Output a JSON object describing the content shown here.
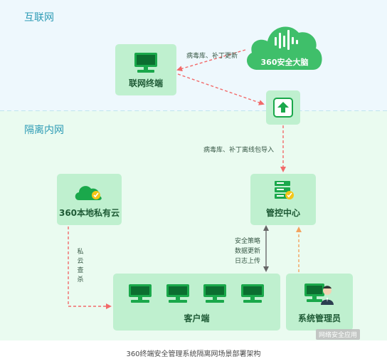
{
  "zones": {
    "internet_label": "互联网",
    "intranet_label": "隔离内网"
  },
  "nodes": {
    "networked_terminal": "联网终端",
    "cloud_brain": "360安全大脑",
    "local_private_cloud": "360本地私有云",
    "control_center": "管控中心",
    "clients": "客户端",
    "sys_admin": "系统管理员"
  },
  "annotations": {
    "virus_patch_update": "病毒库、补丁更新",
    "offline_import": "病毒库、补丁离线包导入",
    "policy_lines": [
      "安全策略",
      "数据更新",
      "日志上传"
    ],
    "private_cloud_query": [
      "私",
      "云",
      "查",
      "杀"
    ]
  },
  "caption": "360终端安全管理系统隔离网场景部署架构",
  "watermark": "网络安全应用",
  "colors": {
    "internet_zone": "#eef8fd",
    "intranet_zone": "#eafbf0",
    "node_box": "#bff0cf",
    "icon_green": "#1aa84b",
    "arrow_red": "#f26a6a",
    "arrow_orange": "#f3a35f"
  }
}
